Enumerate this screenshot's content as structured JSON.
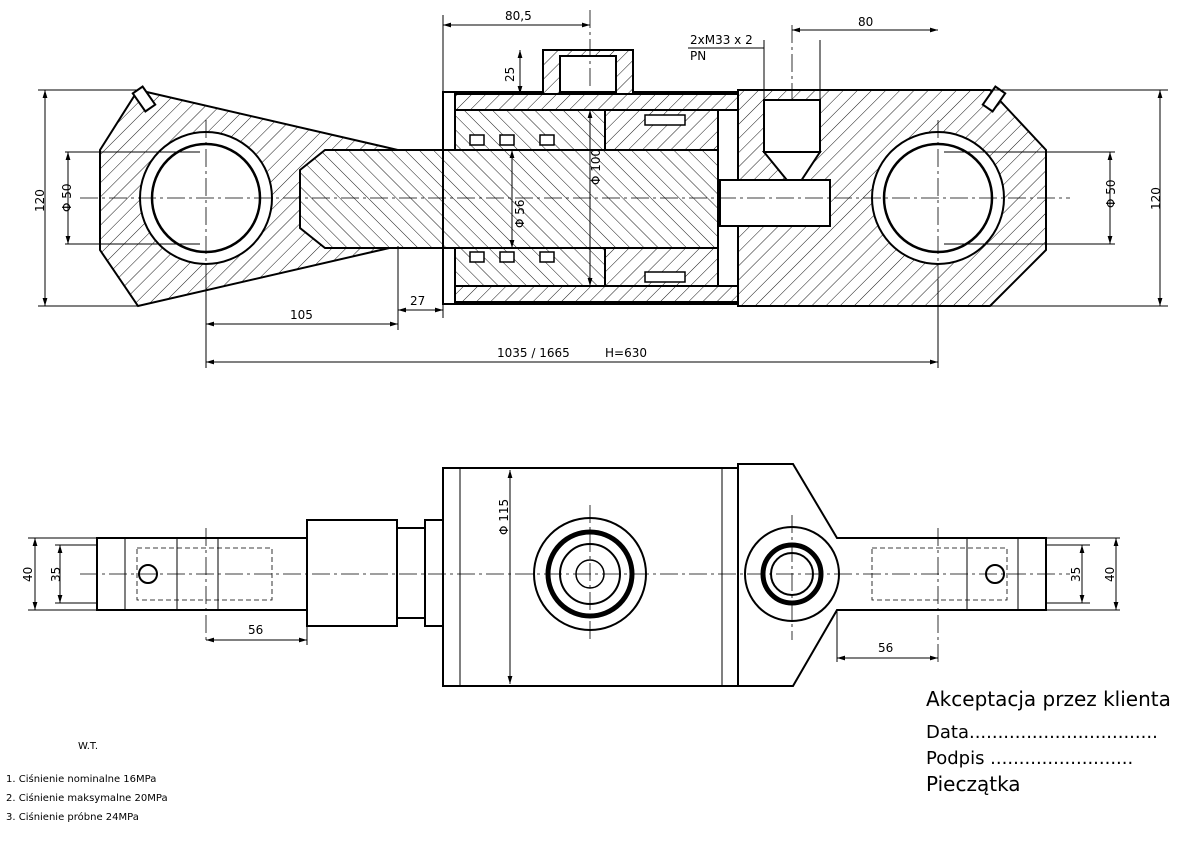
{
  "dimensions_top": {
    "port_offset": "80,5",
    "port_height": "25",
    "port_thread": "2xM33 x 2",
    "port_label": "PN",
    "right_port_offset": "80",
    "height_left": "120",
    "bore_left": "Φ 50",
    "rod_dia": "Φ 56",
    "piston_dia": "Φ 100",
    "bore_right": "Φ 50",
    "height_right": "120",
    "eye_to_rod": "105",
    "rod_gap": "27",
    "overall_length": "1035 / 1665",
    "stroke": "H=630"
  },
  "dimensions_bottom": {
    "eye_width_left": "40",
    "bore_width_left": "35",
    "barrel_dia": "Φ 115",
    "bore_width_right": "35",
    "eye_width_right": "40",
    "offset_left": "56",
    "offset_right": "56"
  },
  "notes": {
    "heading": "W.T.",
    "items": [
      "1. Ciśnienie nominalne 16MPa",
      "2. Ciśnienie maksymalne 20MPa",
      "3. Ciśnienie próbne 24MPa"
    ]
  },
  "acceptance": {
    "title": "Akceptacja przez klienta",
    "date": "Data.................................",
    "signature": "Podpis .........................",
    "stamp": "Pieczątka"
  }
}
